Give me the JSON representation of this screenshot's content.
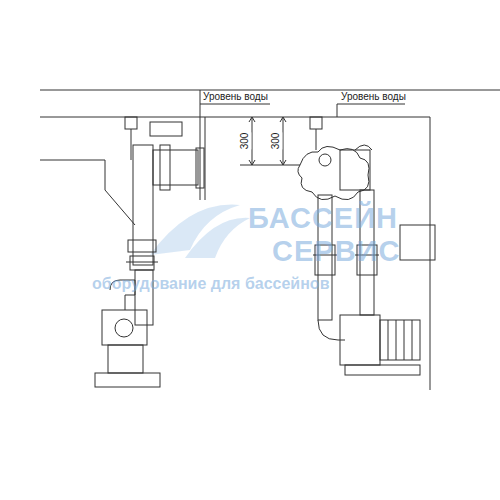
{
  "diagram": {
    "labels": [
      "Уровень воды",
      "Уровень воды",
      "300",
      "300",
      "БАССЕЙН",
      "СЕРВИС",
      "оборудование для бассейнов"
    ]
  }
}
